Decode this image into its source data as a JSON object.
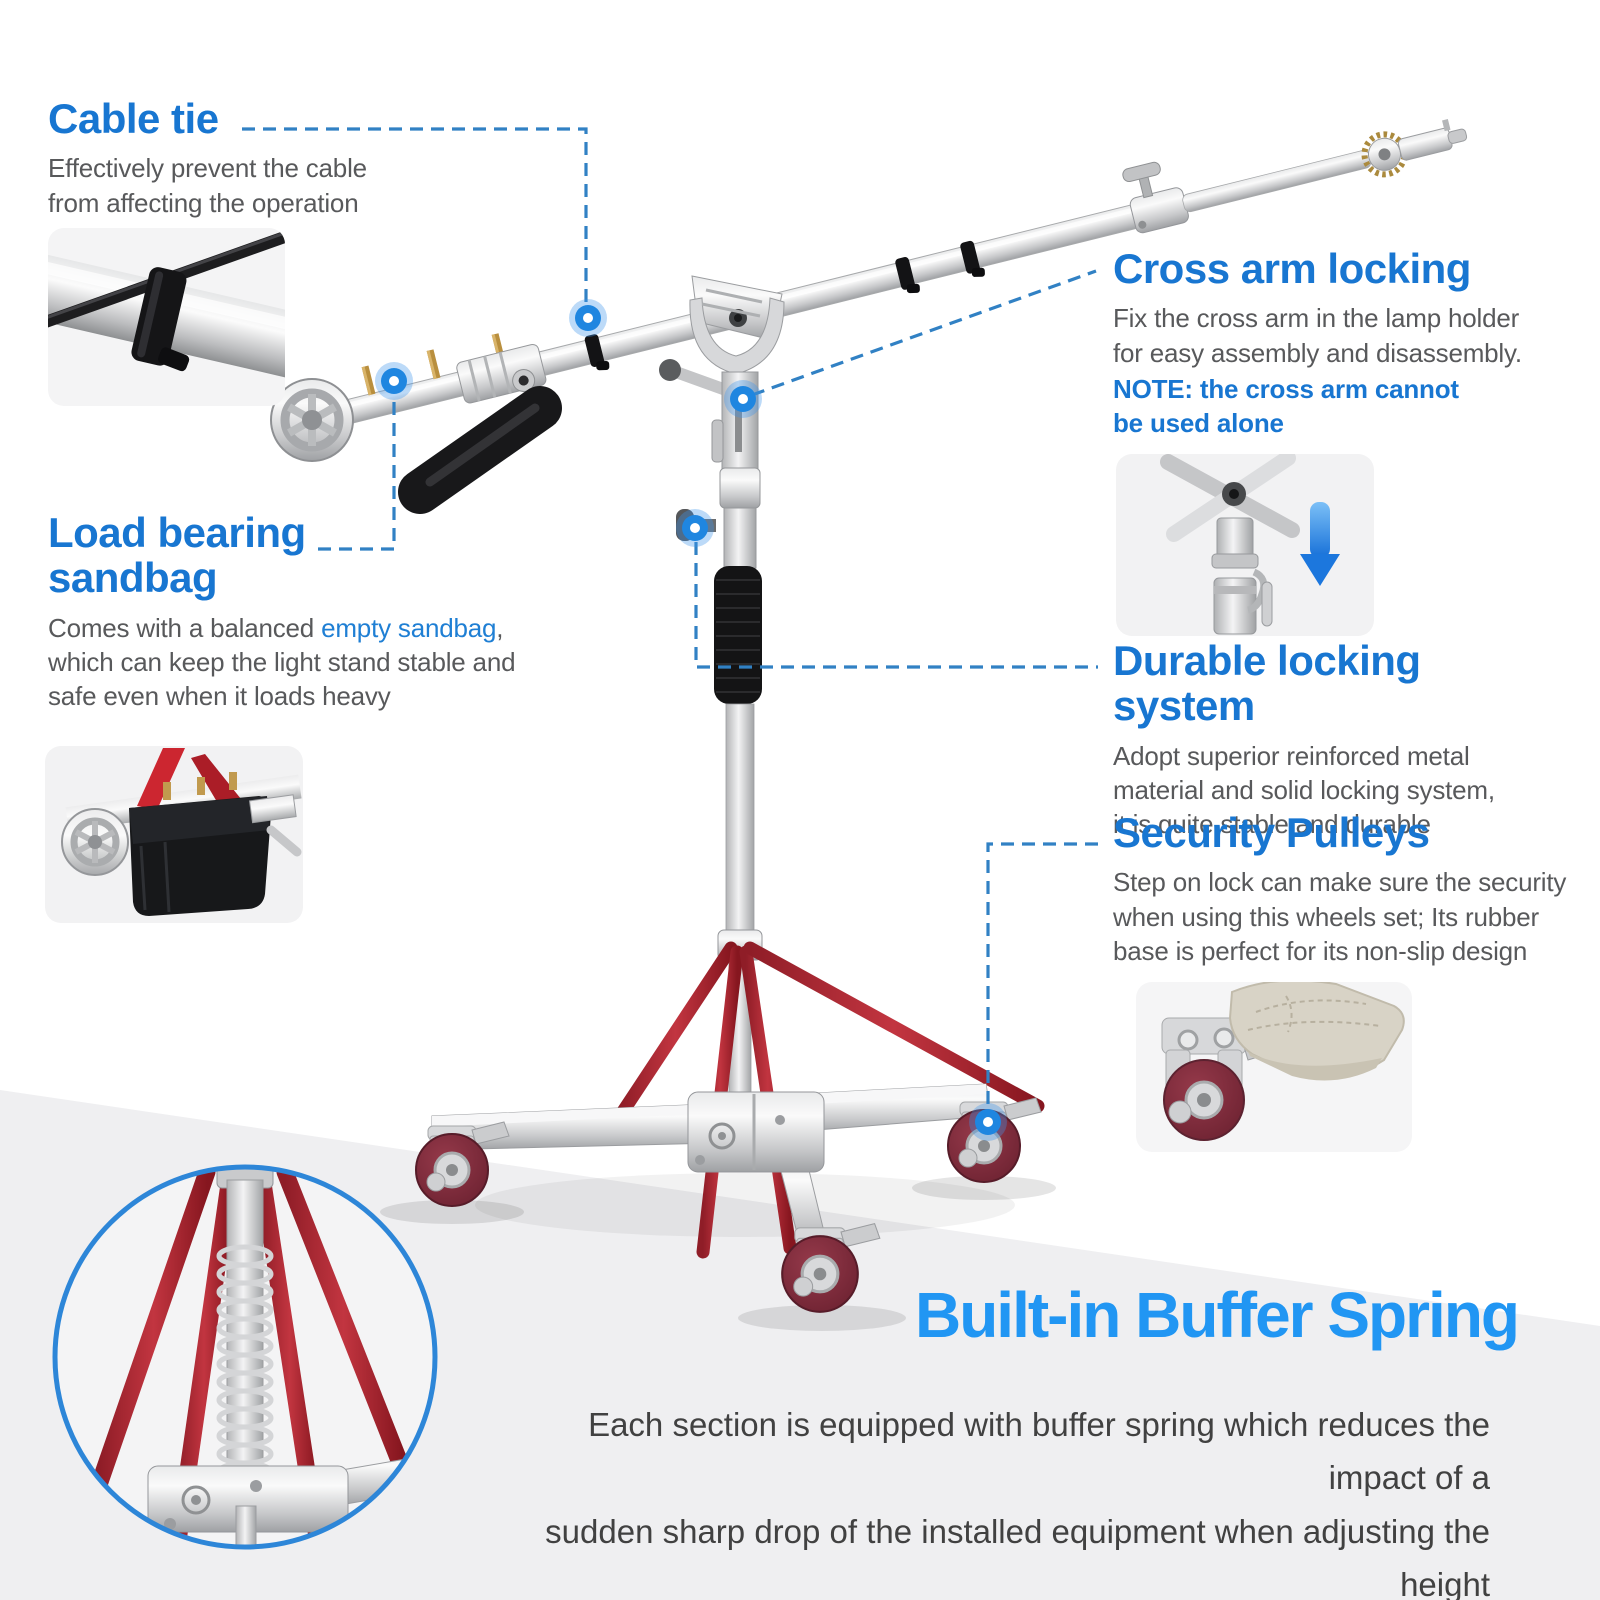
{
  "colors": {
    "heading_blue": "#1876d1",
    "footer_title_blue": "#2196f3",
    "dashed_line_blue": "#3181c4",
    "marker_dot_blue": "#1f86e0",
    "body_gray": "#58595b",
    "leg_red": "#a42531",
    "wheel_red": "#7b2c3a",
    "floor_gray": "#efeff1"
  },
  "callouts": {
    "cable_tie": {
      "title": "Cable tie",
      "body": "Effectively prevent the cable\nfrom affecting the operation"
    },
    "load_bearing": {
      "title": "Load bearing\nsandbag",
      "body_prefix": "Comes with a balanced ",
      "highlight": "empty sandbag",
      "body_suffix": ", which can keep the light stand stable and safe even when it loads heavy"
    },
    "cross_arm": {
      "title": "Cross arm locking",
      "body": "Fix the cross arm in the lamp holder\nfor easy assembly and disassembly.",
      "note": "NOTE: the cross arm cannot\nbe used alone"
    },
    "durable": {
      "title": "Durable locking system",
      "body": "Adopt superior reinforced metal\nmaterial and solid locking system,\nit is quite stable and durable"
    },
    "security": {
      "title": "Security Pulleys",
      "body": "Step on lock can make sure the security\nwhen using this wheels set; Its rubber\nbase is perfect for its non-slip design"
    }
  },
  "footer": {
    "title": "Built-in Buffer Spring",
    "body": "Each section is equipped with buffer spring which reduces the impact of a\nsudden sharp drop of the installed equipment when adjusting the height\nso as to protect the equipment"
  }
}
